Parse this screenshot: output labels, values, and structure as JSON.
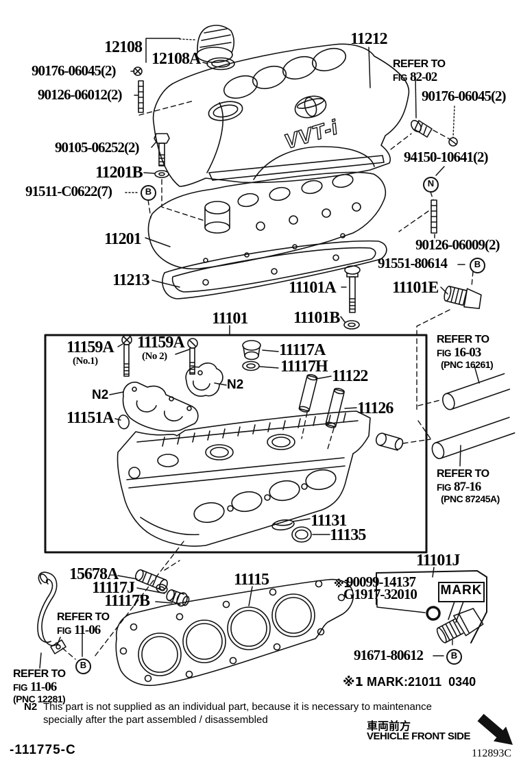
{
  "callouts": {
    "p12108": "12108",
    "p12108a": "12108A",
    "p90176_left": "90176-06045(2)",
    "p90126_06012": "90126-06012(2)",
    "p90105": "90105-06252(2)",
    "p11201b": "11201B",
    "p91511": "91511-C0622(7)",
    "p11201": "11201",
    "p11213": "11213",
    "p11212": "11212",
    "p90176_right": "90176-06045(2)",
    "p94150": "94150-10641(2)",
    "p90126_06009": "90126-06009(2)",
    "p91551": "91551-80614",
    "p11101a": "11101A",
    "p11101e": "11101E",
    "p11101b": "11101B",
    "p11101": "11101",
    "p11159a": "11159A",
    "no1": "(No.1)",
    "no2": "(No 2)",
    "p11117a": "11117A",
    "p11117h": "11117H",
    "p11122": "11122",
    "p11126": "11126",
    "n2": "N2",
    "p11151a": "11151A",
    "p11131": "11131",
    "p11135": "11135",
    "p11101j": "11101J",
    "p15678a": "15678A",
    "p11117j": "11117J",
    "p11117b": "11117B",
    "p11115": "11115",
    "x1": "※1",
    "p90099": "90099-14137",
    "pg1917": "G1917-32010",
    "mark": "MARK",
    "p91671": "91671-80612"
  },
  "refers": {
    "fig8202": {
      "l1": "REFER TO",
      "fig": "FIG",
      "num": "82-02"
    },
    "fig1603": {
      "l1": "REFER TO",
      "fig": "FIG",
      "num": "16-03",
      "pnc": "(PNC 16261)"
    },
    "fig8716": {
      "l1": "REFER TO",
      "fig": "FIG",
      "num": "87-16",
      "pnc": "(PNC 87245A)"
    },
    "fig1106_upper": {
      "l1": "REFER TO",
      "fig": "FIG",
      "num": "11-06"
    },
    "fig1106_lower": {
      "l1": "REFER TO",
      "fig": "FIG",
      "num": "11-06",
      "pnc": "(PNC 12281)"
    }
  },
  "badges": {
    "b": "B",
    "n": "N"
  },
  "notes": {
    "mark_note_prefix": "※1",
    "mark_note": "MARK:21011  0340",
    "n2_tag": "N2",
    "n2_line1": "This part is not supplied as an individual part, because it is necessary to maintenance",
    "n2_line2": "specially after the part assembled / disassembled"
  },
  "front": {
    "jp": "車両前方",
    "en": "VEHICLE FRONT SIDE"
  },
  "footer": {
    "left": "-111775-C",
    "right": "112893C"
  },
  "drawing": {
    "vvt": "VVT-i"
  }
}
